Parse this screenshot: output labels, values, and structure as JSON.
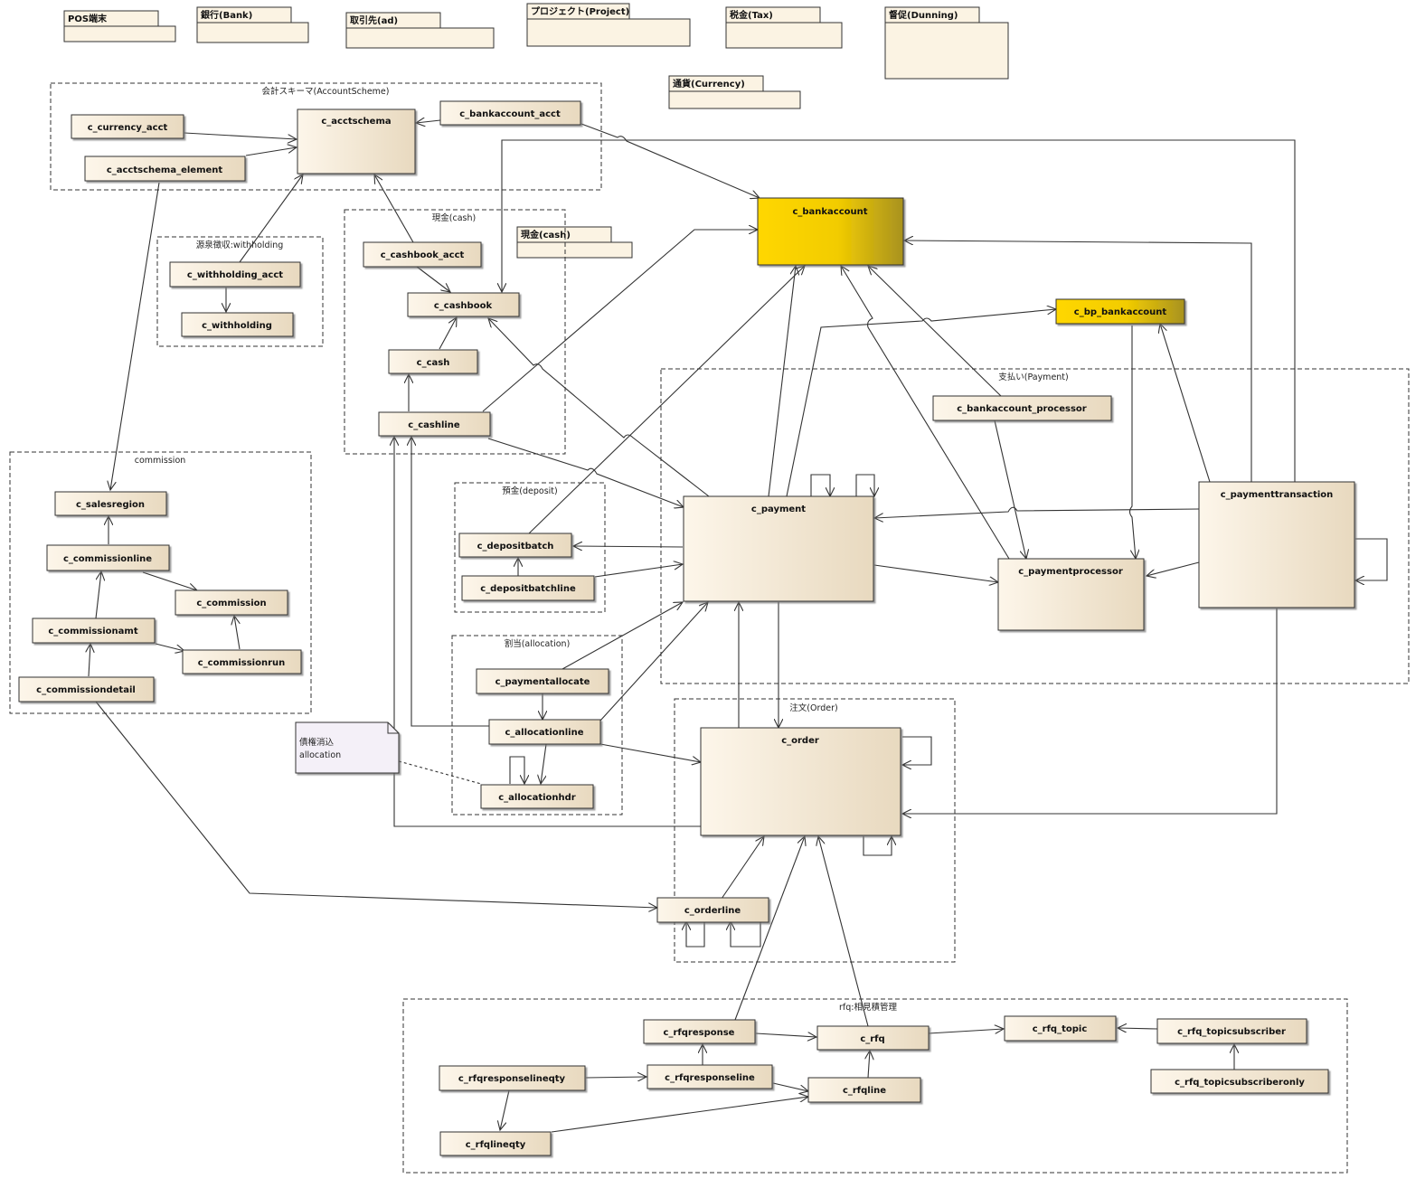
{
  "packages": [
    {
      "id": "pos",
      "label": "POS端末"
    },
    {
      "id": "bank",
      "label": "銀行(Bank)"
    },
    {
      "id": "bp",
      "label": "取引先(ad)"
    },
    {
      "id": "project",
      "label": "プロジェクト(Project)"
    },
    {
      "id": "tax",
      "label": "税金(Tax)"
    },
    {
      "id": "dunning",
      "label": "督促(Dunning)"
    },
    {
      "id": "currency",
      "label": "通貨(Currency)"
    },
    {
      "id": "cashpkg",
      "label": "現金(cash)"
    }
  ],
  "groups": [
    {
      "id": "acct",
      "label": "会計スキーマ(AccountScheme)"
    },
    {
      "id": "cash",
      "label": "現金(cash)"
    },
    {
      "id": "withholding",
      "label": "源泉徴収:withholding"
    },
    {
      "id": "commission",
      "label": "commission"
    },
    {
      "id": "deposit",
      "label": "預金(deposit)"
    },
    {
      "id": "allocation",
      "label": "割当(allocation)"
    },
    {
      "id": "payment",
      "label": "支払い(Payment)"
    },
    {
      "id": "order",
      "label": "注文(Order)"
    },
    {
      "id": "rfq",
      "label": "rfq:相見積管理"
    }
  ],
  "classes": [
    {
      "id": "c_currency_acct",
      "label": "c_currency_acct"
    },
    {
      "id": "c_acctschema",
      "label": "c_acctschema"
    },
    {
      "id": "c_acctschema_element",
      "label": "c_acctschema_element"
    },
    {
      "id": "c_bankaccount_acct",
      "label": "c_bankaccount_acct"
    },
    {
      "id": "c_bankaccount",
      "label": "c_bankaccount",
      "highlight": true
    },
    {
      "id": "c_bp_bankaccount",
      "label": "c_bp_bankaccount",
      "highlight": true
    },
    {
      "id": "c_withholding_acct",
      "label": "c_withholding_acct"
    },
    {
      "id": "c_withholding",
      "label": "c_withholding"
    },
    {
      "id": "c_cashbook_acct",
      "label": "c_cashbook_acct"
    },
    {
      "id": "c_cashbook",
      "label": "c_cashbook"
    },
    {
      "id": "c_cash",
      "label": "c_cash"
    },
    {
      "id": "c_cashline",
      "label": "c_cashline"
    },
    {
      "id": "c_bankaccount_processor",
      "label": "c_bankaccount_processor"
    },
    {
      "id": "c_salesregion",
      "label": "c_salesregion"
    },
    {
      "id": "c_commissionline",
      "label": "c_commissionline"
    },
    {
      "id": "c_commission",
      "label": "c_commission"
    },
    {
      "id": "c_commissionamt",
      "label": "c_commissionamt"
    },
    {
      "id": "c_commissionrun",
      "label": "c_commissionrun"
    },
    {
      "id": "c_commissiondetail",
      "label": "c_commissiondetail"
    },
    {
      "id": "c_depositbatch",
      "label": "c_depositbatch"
    },
    {
      "id": "c_depositbatchline",
      "label": "c_depositbatchline"
    },
    {
      "id": "c_payment",
      "label": "c_payment"
    },
    {
      "id": "c_paymentprocessor",
      "label": "c_paymentprocessor"
    },
    {
      "id": "c_paymenttransaction",
      "label": "c_paymenttransaction"
    },
    {
      "id": "c_paymentallocate",
      "label": "c_paymentallocate"
    },
    {
      "id": "c_allocationline",
      "label": "c_allocationline"
    },
    {
      "id": "c_allocationhdr",
      "label": "c_allocationhdr"
    },
    {
      "id": "c_order",
      "label": "c_order"
    },
    {
      "id": "c_orderline",
      "label": "c_orderline"
    },
    {
      "id": "c_rfqresponse",
      "label": "c_rfqresponse"
    },
    {
      "id": "c_rfq",
      "label": "c_rfq"
    },
    {
      "id": "c_rfq_topic",
      "label": "c_rfq_topic"
    },
    {
      "id": "c_rfq_topicsubscriber",
      "label": "c_rfq_topicsubscriber"
    },
    {
      "id": "c_rfqresponselineqty",
      "label": "c_rfqresponselineqty"
    },
    {
      "id": "c_rfqresponseline",
      "label": "c_rfqresponseline"
    },
    {
      "id": "c_rfqline",
      "label": "c_rfqline"
    },
    {
      "id": "c_rfq_topicsubscriberonly",
      "label": "c_rfq_topicsubscriberonly"
    },
    {
      "id": "c_rfqlineqty",
      "label": "c_rfqlineqty"
    }
  ],
  "note": {
    "line1": "債権消込",
    "line2": "allocation"
  },
  "colors": {
    "box_light": "#fdf6ea",
    "box_dark": "#e8d9bf",
    "highlight_light": "#ffd700",
    "highlight_dark": "#a89220"
  }
}
